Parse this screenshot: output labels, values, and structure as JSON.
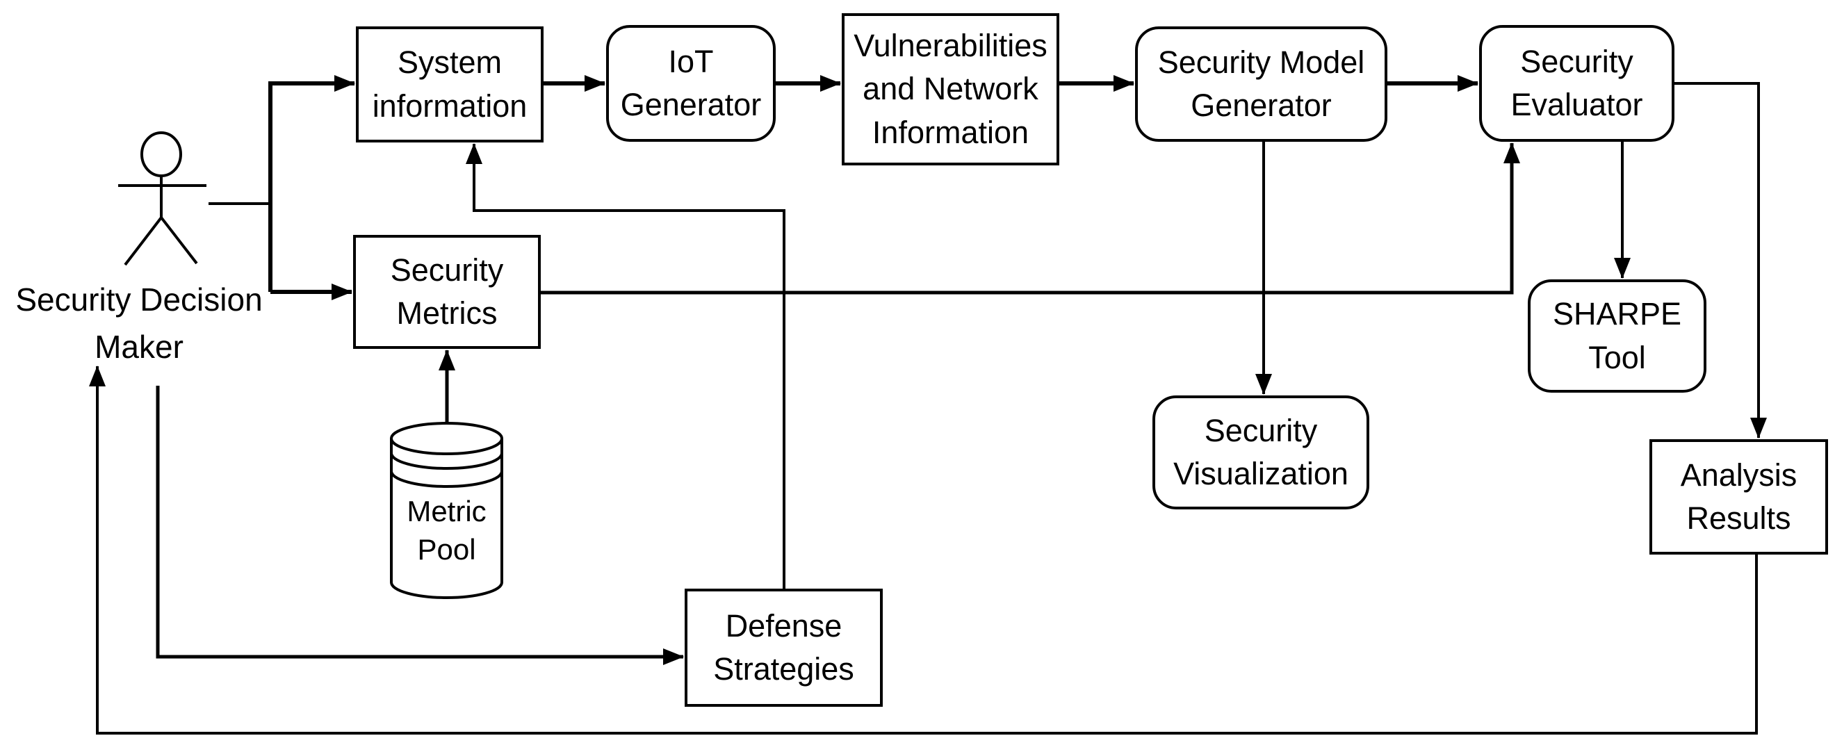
{
  "diagram": {
    "background_color": "#ffffff",
    "line_color": "#000000",
    "text_color": "#000000",
    "node_fill_color": "#ffffff",
    "actor": {
      "label": "Security Decision\nMaker"
    },
    "nodes": {
      "system_information": {
        "label": "System\ninformation",
        "shape": "rectangle"
      },
      "iot_generator": {
        "label": "IoT\nGenerator",
        "shape": "rounded"
      },
      "vulnerabilities_network_info": {
        "label": "Vulnerabilities\nand Network\nInformation",
        "shape": "rectangle"
      },
      "security_model_generator": {
        "label": "Security Model\nGenerator",
        "shape": "rounded"
      },
      "security_evaluator": {
        "label": "Security\nEvaluator",
        "shape": "rounded"
      },
      "security_metrics": {
        "label": "Security\nMetrics",
        "shape": "rectangle"
      },
      "metric_pool": {
        "label": "Metric\nPool",
        "shape": "cylinder"
      },
      "defense_strategies": {
        "label": "Defense\nStrategies",
        "shape": "rectangle"
      },
      "security_visualization": {
        "label": "Security\nVisualization",
        "shape": "rounded"
      },
      "sharpe_tool": {
        "label": "SHARPE\nTool",
        "shape": "rounded"
      },
      "analysis_results": {
        "label": "Analysis\nResults",
        "shape": "rectangle"
      }
    },
    "edges": [
      {
        "from": "security_decision_maker",
        "to": "system_information"
      },
      {
        "from": "security_decision_maker",
        "to": "security_metrics"
      },
      {
        "from": "system_information",
        "to": "iot_generator"
      },
      {
        "from": "iot_generator",
        "to": "vulnerabilities_network_info"
      },
      {
        "from": "vulnerabilities_network_info",
        "to": "security_model_generator"
      },
      {
        "from": "security_model_generator",
        "to": "security_evaluator"
      },
      {
        "from": "security_model_generator",
        "to": "security_visualization"
      },
      {
        "from": "security_evaluator",
        "to": "sharpe_tool"
      },
      {
        "from": "security_evaluator",
        "to": "analysis_results"
      },
      {
        "from": "security_metrics",
        "to": "security_evaluator"
      },
      {
        "from": "metric_pool",
        "to": "security_metrics"
      },
      {
        "from": "security_decision_maker",
        "to": "defense_strategies"
      },
      {
        "from": "defense_strategies",
        "to": "system_information"
      },
      {
        "from": "analysis_results",
        "to": "security_decision_maker"
      }
    ]
  }
}
